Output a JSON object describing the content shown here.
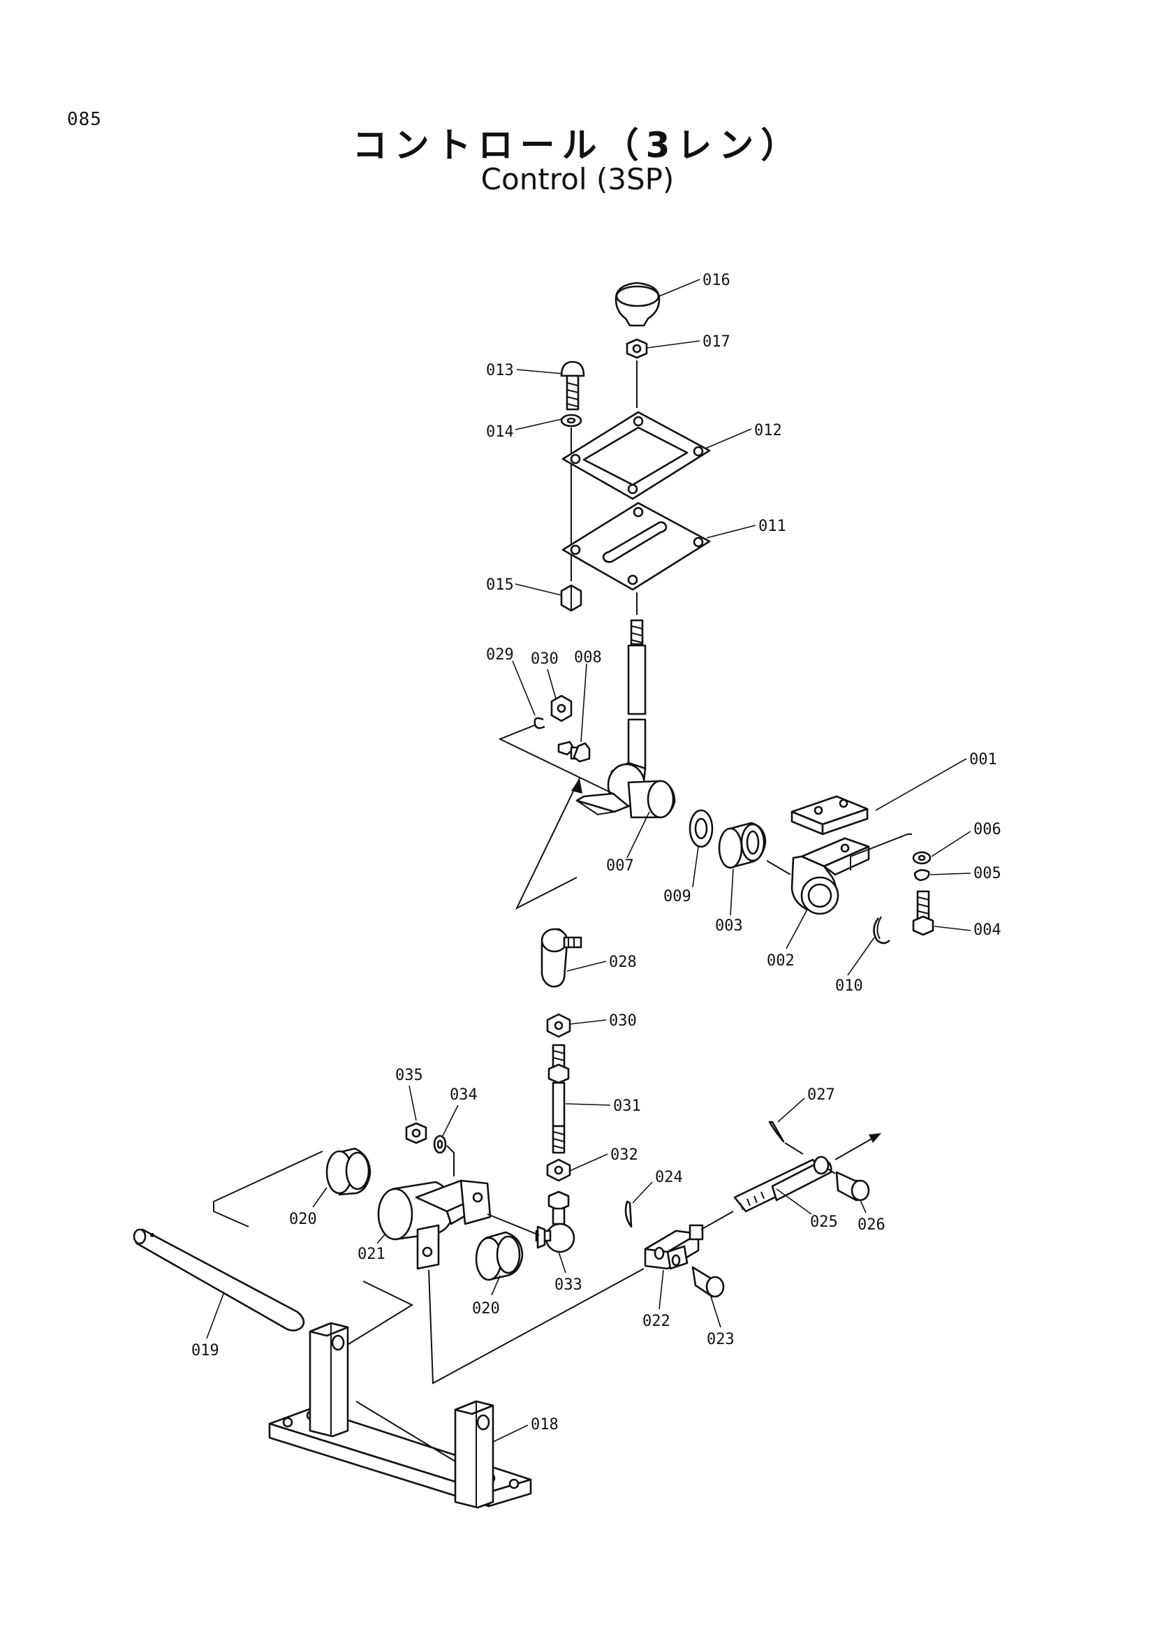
{
  "page_number": "085",
  "title_jp": "コントロール（3レン）",
  "title_en": "Control (3SP)",
  "callouts": {
    "c001": "001",
    "c002": "002",
    "c003": "003",
    "c004": "004",
    "c005": "005",
    "c006": "006",
    "c007": "007",
    "c008": "008",
    "c009": "009",
    "c010": "010",
    "c011": "011",
    "c012": "012",
    "c013": "013",
    "c014": "014",
    "c015": "015",
    "c016": "016",
    "c017": "017",
    "c018": "018",
    "c019": "019",
    "c020a": "020",
    "c020b": "020",
    "c021": "021",
    "c022": "022",
    "c023": "023",
    "c024": "024",
    "c025": "025",
    "c026": "026",
    "c027": "027",
    "c028": "028",
    "c029": "029",
    "c030a": "030",
    "c030b": "030",
    "c031": "031",
    "c032": "032",
    "c033": "033",
    "c034": "034",
    "c035": "035"
  }
}
